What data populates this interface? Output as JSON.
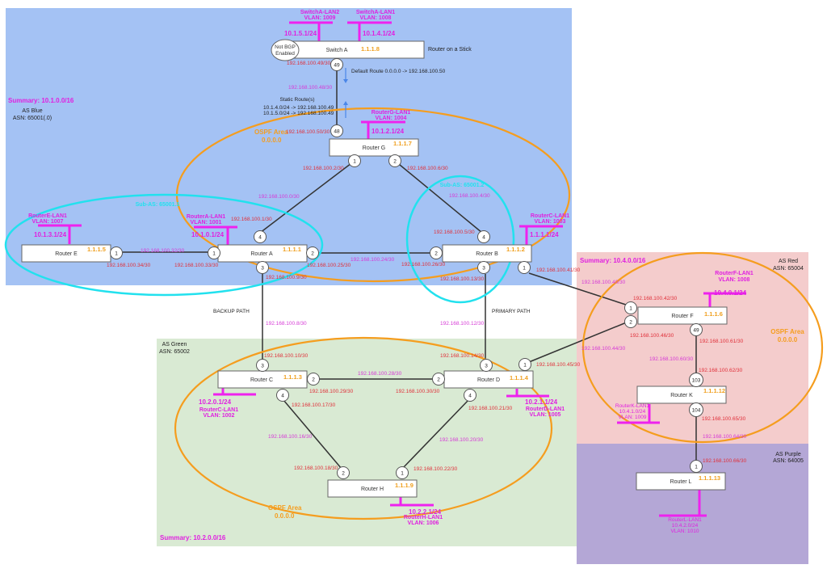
{
  "colors": {
    "blue_region": "#a4c2f4",
    "red_region": "#f4cccc",
    "green_region": "#d9ead3",
    "purple_region": "#b4a7d6",
    "ospf": "#f59d1e",
    "subas": "#22e1ee",
    "lan": "#ee22ee",
    "ip_red": "#e0303a",
    "ip_magenta": "#d63ad6",
    "rid": "#f0a020",
    "arrow": "#4a86e8"
  },
  "regions": {
    "blue": {
      "name": "AS Blue",
      "asn": "ASN: 65001(.0)",
      "summary": "Summary: 10.1.0.0/16"
    },
    "red": {
      "name": "AS Red",
      "asn": "ASN: 65004",
      "summary": "Summary: 10.4.0.0/16"
    },
    "green": {
      "name": "AS Green",
      "asn": "ASN: 65002",
      "summary": "Summary: 10.2.0.0/16"
    },
    "purple": {
      "name": "AS Purple",
      "asn": "ASN: 64005"
    }
  },
  "ospf_areas": [
    {
      "label": "OSPF Area",
      "id": "0.0.0.0"
    },
    {
      "label": "OSPF Area",
      "id": "0.0.0.0"
    },
    {
      "label": "OSPF Area",
      "id": "0.0.0.0"
    }
  ],
  "sub_as": [
    "Sub-AS: 65001.1",
    "Sub-AS: 65001.2"
  ],
  "routers": {
    "switchA": {
      "name": "Switch A",
      "rid": "1.1.1.8",
      "note": "Router on a Stick",
      "badge": [
        "Not BGP",
        "Enabled"
      ]
    },
    "G": {
      "name": "Router G",
      "rid": "1.1.1.7"
    },
    "A": {
      "name": "Router A",
      "rid": "1.1.1.1"
    },
    "B": {
      "name": "Router B",
      "rid": "1.1.1.2"
    },
    "E": {
      "name": "Router E",
      "rid": "1.1.1.5"
    },
    "F": {
      "name": "Router F",
      "rid": "1.1.1.6"
    },
    "K": {
      "name": "Router K",
      "rid": "1.1.1.12"
    },
    "L": {
      "name": "Router L",
      "rid": "1.1.1.13"
    },
    "C": {
      "name": "Router C",
      "rid": "1.1.1.3"
    },
    "D": {
      "name": "Router D",
      "rid": "1.1.1.4"
    },
    "H": {
      "name": "Router H",
      "rid": "1.1.1.9"
    }
  },
  "lans": {
    "swA2": {
      "name": "SwitchA-LAN2",
      "vlan": "VLAN: 1009",
      "ip": "10.1.5.1/24"
    },
    "swA1": {
      "name": "SwitchA-LAN1",
      "vlan": "VLAN: 1008",
      "ip": "10.1.4.1/24"
    },
    "G": {
      "name": "RouterG-LAN1",
      "vlan": "VLAN: 1004",
      "ip": "10.1.2.1/24"
    },
    "E": {
      "name": "RouterE-LAN1",
      "vlan": "VLAN: 1007",
      "ip": "10.1.3.1/24"
    },
    "A": {
      "name": "RouterA-LAN1",
      "vlan": "VLAN: 1001",
      "ip": "10.1.0.1/24"
    },
    "B": {
      "name": "RouterC-LAN1",
      "vlan": "VLAN: 1003",
      "ip": "1.1.1.1/24"
    },
    "F": {
      "name": "RouterF-LAN1",
      "vlan": "VLAN: 1008",
      "ip": "10.4.0.1/24"
    },
    "K": {
      "name": "RouterK-LAN1",
      "vlan": "VLAN: 1009",
      "ip": "10.4.1.0/24"
    },
    "L": {
      "name": "RouterL-LAN1",
      "vlan": "VLAN: 1010",
      "ip": "10.4.2.0/24"
    },
    "C": {
      "name": "RouterC-LAN1",
      "vlan": "VLAN: 1002",
      "ip": "10.2.0.1/24"
    },
    "D": {
      "name": "RouterD-LAN1",
      "vlan": "VLAN: 1005",
      "ip": "10.2.1.1/24"
    },
    "H": {
      "name": "RouterH-LAN1",
      "vlan": "VLAN: 1006",
      "ip": "10.2.2.1/24"
    }
  },
  "ports": {
    "swA": "49",
    "G_top": "48",
    "G1": "1",
    "G2": "2",
    "A4": "4",
    "A1": "1",
    "A2": "2",
    "A3": "3",
    "E1": "1",
    "B4": "4",
    "B2": "2",
    "B3": "3",
    "B1": "1",
    "F1": "1",
    "F2": "2",
    "F49": "49",
    "K103": "103",
    "K104": "104",
    "L1": "1",
    "C3": "3",
    "C2": "2",
    "C4": "4",
    "D3": "3",
    "D1": "1",
    "D2": "2",
    "D4": "4",
    "H2": "2",
    "H1": "1"
  },
  "ips": {
    "swA_if": "192.168.100.49/30",
    "swA_G_net": "192.168.100.48/30",
    "G_if_top": "192.168.100.50/30",
    "G_if1": "192.168.100.2/30",
    "G_if2": "192.168.100.6/30",
    "GA_net": "192.168.100.0/30",
    "A_if4": "192.168.100.1/30",
    "GB_net": "192.168.100.4/30",
    "B_if4": "192.168.100.5/30",
    "EA_net": "192.168.100.32/30",
    "E_if1": "192.168.100.34/30",
    "A_if1": "192.168.100.33/30",
    "A_if2": "192.168.100.25/30",
    "AB_net": "192.168.100.24/30",
    "B_if2": "192.168.100.26/30",
    "A_if3": "192.168.100.9/30",
    "B_if3": "192.168.100.13/30",
    "B_if1": "192.168.100.41/30",
    "BF_net": "192.168.100.40/30",
    "F_if1": "192.168.100.42/30",
    "F_if2": "192.168.100.46/30",
    "DF_net": "192.168.100.44/30",
    "F_if49": "192.168.100.61/30",
    "FK_net": "192.168.100.60/30",
    "K_if103": "192.168.100.62/30",
    "K_if104": "192.168.100.65/30",
    "KL_net": "192.168.100.64/30",
    "L_if1": "192.168.100.66/30",
    "AC_net": "192.168.100.8/30",
    "C_if3": "192.168.100.10/30",
    "BD_net": "192.168.100.12/30",
    "D_if3": "192.168.100.14/30",
    "D_if1": "192.168.100.45/30",
    "CD_net": "192.168.100.28/30",
    "C_if2": "192.168.100.29/30",
    "D_if2": "192.168.100.30/30",
    "C_if4": "192.168.100.17/30",
    "CH_net": "192.168.100.16/30",
    "H_if2": "192.168.100.18/30",
    "D_if4": "192.168.100.21/30",
    "DH_net": "192.168.100.20/30",
    "H_if1": "192.168.100.22/30"
  },
  "annotations": {
    "default_route": "Default Route 0.0.0.0 -> 192.168.100.50",
    "static_title": "Static Route(s)",
    "static_1": "10.1.4.0/24 -> 192.168.100.49",
    "static_2": "10.1.5.0/24 -> 192.168.100.49",
    "backup_path": "BACKUP PATH",
    "primary_path": "PRIMARY PATH"
  }
}
